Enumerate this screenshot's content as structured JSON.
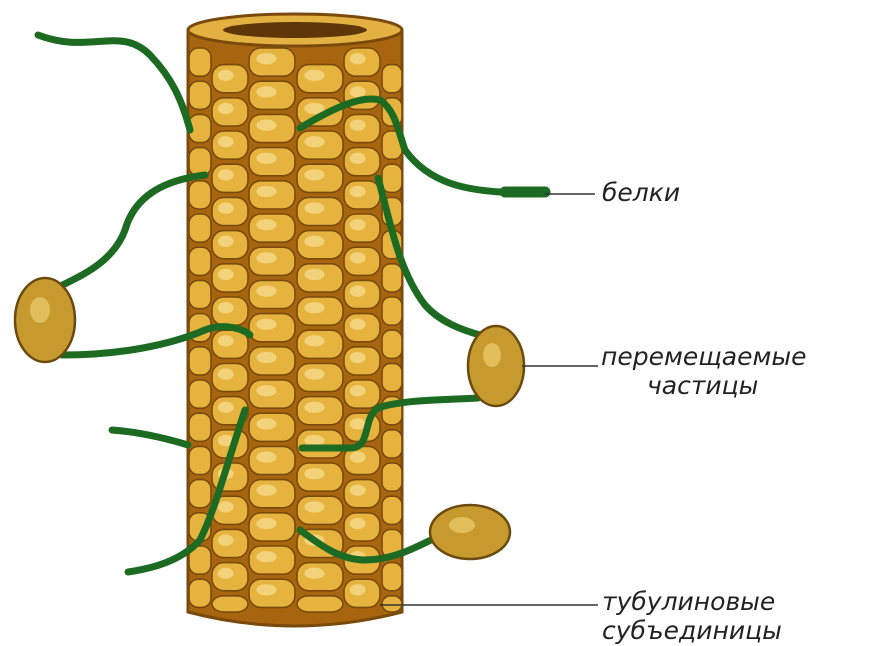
{
  "labels": {
    "proteins": "белки",
    "particles_line1": "перемещаемые",
    "particles_line2": "частицы",
    "tubulin_line1": "тубулиновые",
    "tubulin_line2": "субъединицы"
  },
  "colors": {
    "background": "#ffffff",
    "subunit_fill": "#e6b43e",
    "subunit_highlight": "#f2d27a",
    "subunit_outline": "#7a4a0c",
    "tube_body": "#a8650f",
    "protein_strand": "#1d6b22",
    "particle_fill": "#c69a2f",
    "particle_outline": "#6b4a10",
    "label_text": "#222222",
    "leader_line": "#333333"
  }
}
